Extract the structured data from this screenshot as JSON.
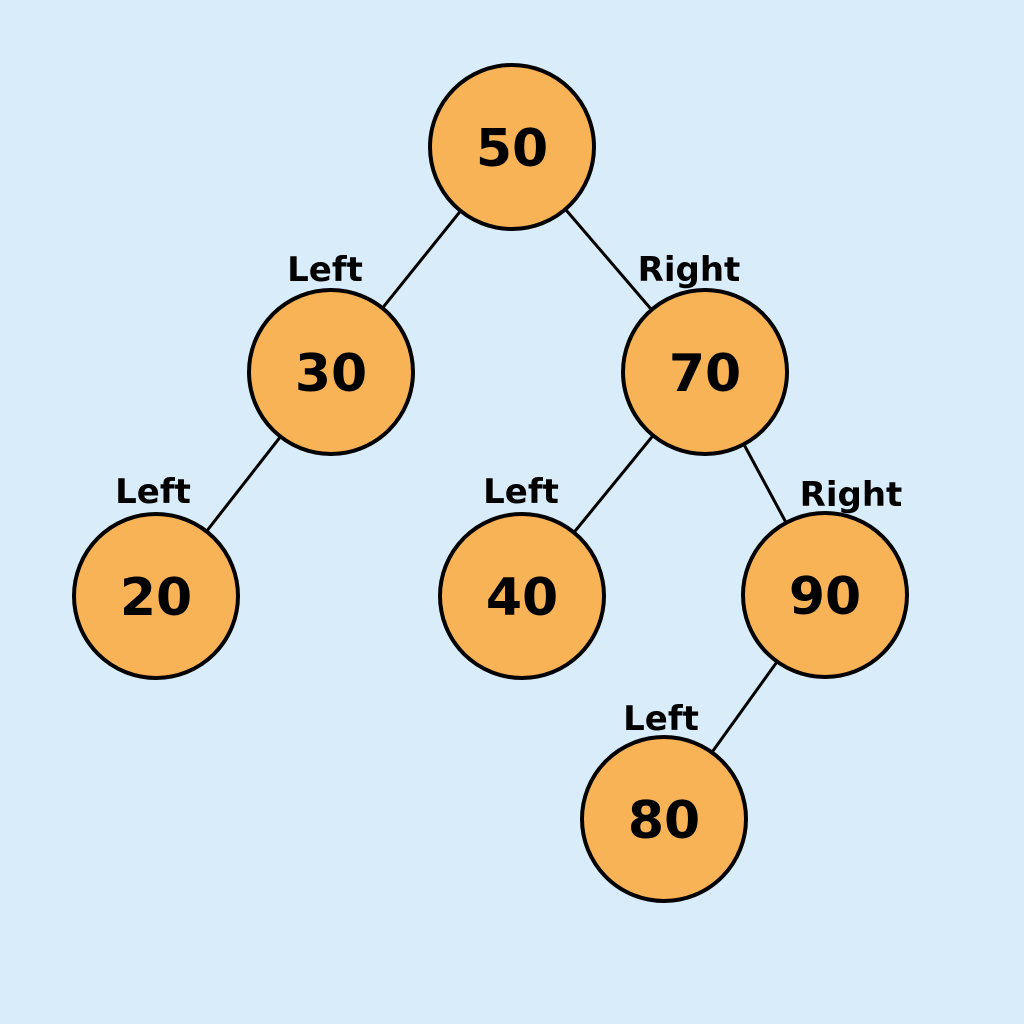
{
  "diagram": {
    "type": "binary-search-tree",
    "colors": {
      "background": "#D9ECFA",
      "node_fill": "#F9B357",
      "node_stroke": "#000000",
      "edge_stroke": "#000000",
      "text": "#000000"
    },
    "nodes": [
      {
        "value": "50"
      },
      {
        "value": "30"
      },
      {
        "value": "70"
      },
      {
        "value": "20"
      },
      {
        "value": "40"
      },
      {
        "value": "90"
      },
      {
        "value": "80"
      }
    ],
    "edges": [
      {
        "from": "50",
        "to": "30",
        "label": "Left"
      },
      {
        "from": "50",
        "to": "70",
        "label": "Right"
      },
      {
        "from": "30",
        "to": "20",
        "label": "Left"
      },
      {
        "from": "70",
        "to": "40",
        "label": "Left"
      },
      {
        "from": "70",
        "to": "90",
        "label": "Right"
      },
      {
        "from": "90",
        "to": "80",
        "label": "Left"
      }
    ]
  }
}
